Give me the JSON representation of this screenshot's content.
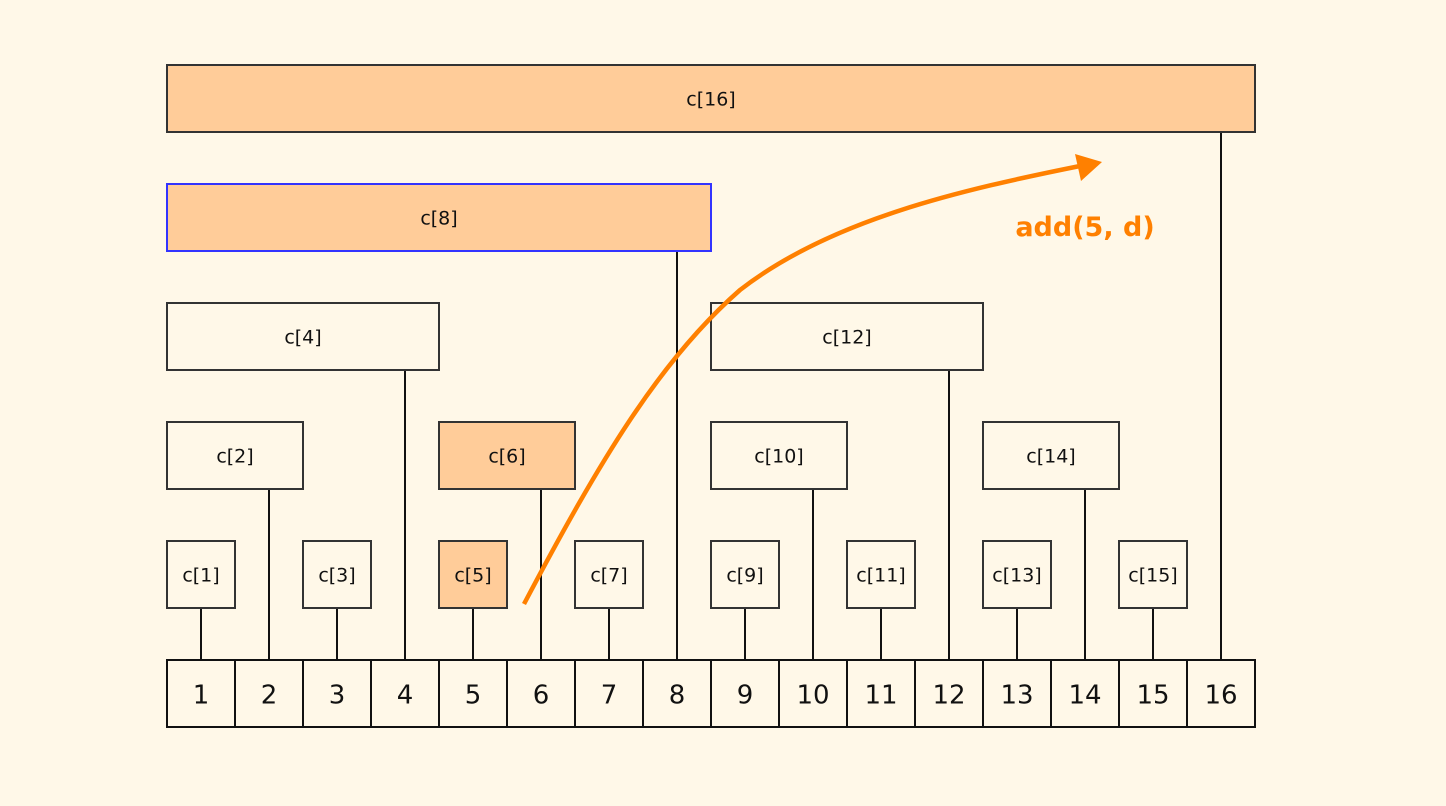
{
  "diagram": {
    "title": "Binary Indexed Tree (Fenwick Tree) update path",
    "colors": {
      "background": "#fff8e8",
      "highlight_fill": "#ffcc99",
      "normal_fill": "#fff8e8",
      "border": "#333333",
      "selected_border": "#3333ff",
      "arrow": "#ff8000"
    },
    "array_indices": [
      "1",
      "2",
      "3",
      "4",
      "5",
      "6",
      "7",
      "8",
      "9",
      "10",
      "11",
      "12",
      "13",
      "14",
      "15",
      "16"
    ],
    "nodes": [
      {
        "label": "c[1]",
        "index": 1,
        "span": 1,
        "highlighted": false,
        "selected": false
      },
      {
        "label": "c[2]",
        "index": 2,
        "span": 2,
        "highlighted": false,
        "selected": false
      },
      {
        "label": "c[3]",
        "index": 3,
        "span": 1,
        "highlighted": false,
        "selected": false
      },
      {
        "label": "c[4]",
        "index": 4,
        "span": 4,
        "highlighted": false,
        "selected": false
      },
      {
        "label": "c[5]",
        "index": 5,
        "span": 1,
        "highlighted": true,
        "selected": false
      },
      {
        "label": "c[6]",
        "index": 6,
        "span": 2,
        "highlighted": true,
        "selected": false
      },
      {
        "label": "c[7]",
        "index": 7,
        "span": 1,
        "highlighted": false,
        "selected": false
      },
      {
        "label": "c[8]",
        "index": 8,
        "span": 8,
        "highlighted": true,
        "selected": true
      },
      {
        "label": "c[9]",
        "index": 9,
        "span": 1,
        "highlighted": false,
        "selected": false
      },
      {
        "label": "c[10]",
        "index": 10,
        "span": 2,
        "highlighted": false,
        "selected": false
      },
      {
        "label": "c[11]",
        "index": 11,
        "span": 1,
        "highlighted": false,
        "selected": false
      },
      {
        "label": "c[12]",
        "index": 12,
        "span": 4,
        "highlighted": false,
        "selected": false
      },
      {
        "label": "c[13]",
        "index": 13,
        "span": 1,
        "highlighted": false,
        "selected": false
      },
      {
        "label": "c[14]",
        "index": 14,
        "span": 2,
        "highlighted": false,
        "selected": false
      },
      {
        "label": "c[15]",
        "index": 15,
        "span": 1,
        "highlighted": false,
        "selected": false
      },
      {
        "label": "c[16]",
        "index": 16,
        "span": 16,
        "highlighted": true,
        "selected": false
      }
    ],
    "operation_label": "add(5, d)"
  }
}
